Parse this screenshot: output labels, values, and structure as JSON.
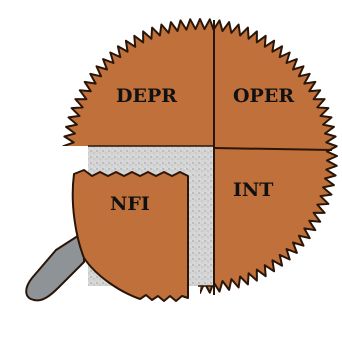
{
  "slices": {
    "top_left": "DEPR",
    "top_right": "OPER",
    "bottom_right": "INT",
    "removed": "NFI"
  },
  "colors": {
    "crust": "#c0703a",
    "outline": "#2a1608",
    "filling": "#d2d2d2",
    "server": "#8e9398",
    "background": "#ffffff"
  }
}
